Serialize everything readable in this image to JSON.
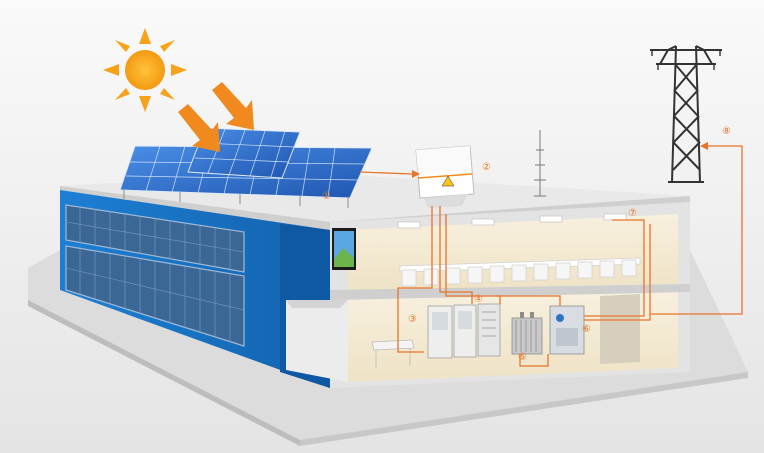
{
  "colors": {
    "background_top": "#f5f5f5",
    "background_bottom": "#d8d8d8",
    "building_blue": "#1a72c2",
    "building_blue_dark": "#0f4f8f",
    "window_band": "#2f5f8f",
    "floor_gray": "#e6e6e6",
    "interior_warm": "#f3ead6",
    "sun": "#f7a21b",
    "arrow_orange": "#f08a1e",
    "flow_line": "#e8742a",
    "solar_panel": "#2d6fd0",
    "tower": "#333333"
  },
  "icons": [
    "sun-icon",
    "sunlight-arrow-icon",
    "solar-panel-icon",
    "inverter-icon",
    "antenna-icon",
    "tv-screen-icon",
    "cabinet-icon",
    "transformer-icon",
    "switchgear-icon",
    "ceiling-light-icon",
    "transmission-tower-icon"
  ],
  "labels": [
    {
      "id": "1",
      "text": "①"
    },
    {
      "id": "2",
      "text": "②"
    },
    {
      "id": "3",
      "text": "③"
    },
    {
      "id": "4",
      "text": "④"
    },
    {
      "id": "5",
      "text": "⑤"
    },
    {
      "id": "6",
      "text": "⑥"
    },
    {
      "id": "7",
      "text": "⑦"
    },
    {
      "id": "8",
      "text": "⑧"
    }
  ]
}
